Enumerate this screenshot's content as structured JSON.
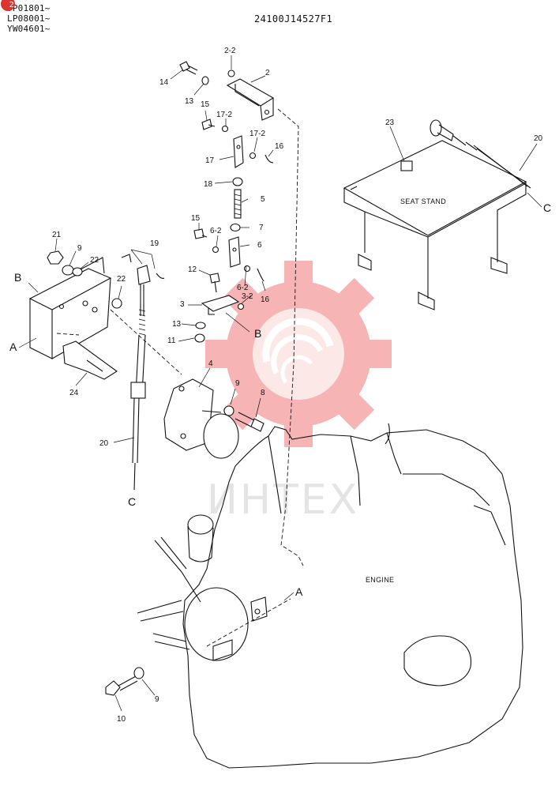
{
  "header": {
    "serial_numbers": [
      "YP01801~",
      "LP08001~",
      "YW04601~"
    ],
    "badge": "2",
    "drawing_number": "24100J14527F1"
  },
  "diagram": {
    "part_labels": [
      "2-2",
      "2",
      "14",
      "13",
      "15",
      "17-2",
      "17-2",
      "16",
      "17",
      "18",
      "5",
      "15",
      "6-2",
      "7",
      "6",
      "21",
      "9",
      "22",
      "19",
      "22",
      "12",
      "6-2",
      "3-2",
      "16",
      "3",
      "13",
      "11",
      "4",
      "9",
      "8",
      "20",
      "24",
      "10",
      "9",
      "23",
      "20"
    ],
    "connection_labels": [
      "B",
      "A",
      "B",
      "C",
      "A",
      "C"
    ],
    "annotations": {
      "seat_stand": "SEAT STAND",
      "engine": "ENGINE"
    }
  },
  "watermark": {
    "text": "ИНТЕХ",
    "color": "#f07a78"
  }
}
